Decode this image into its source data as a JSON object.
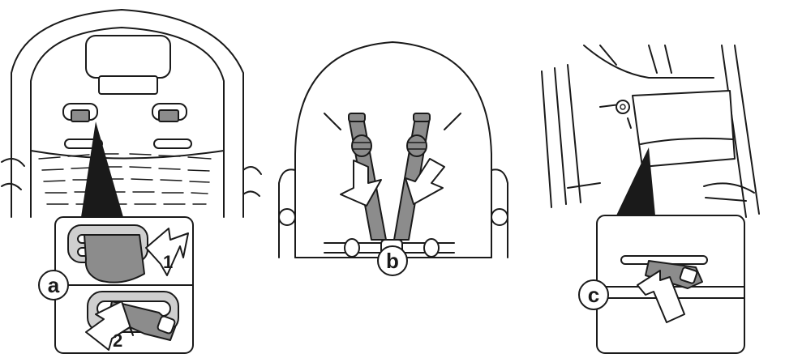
{
  "panels": [
    {
      "id": "a",
      "label": "a",
      "steps": [
        "1",
        "2"
      ]
    },
    {
      "id": "b",
      "label": "b"
    },
    {
      "id": "c",
      "label": "c"
    }
  ],
  "colors": {
    "strap": "#8c8c8c",
    "line": "#1a1a1a",
    "background": "#ffffff"
  }
}
